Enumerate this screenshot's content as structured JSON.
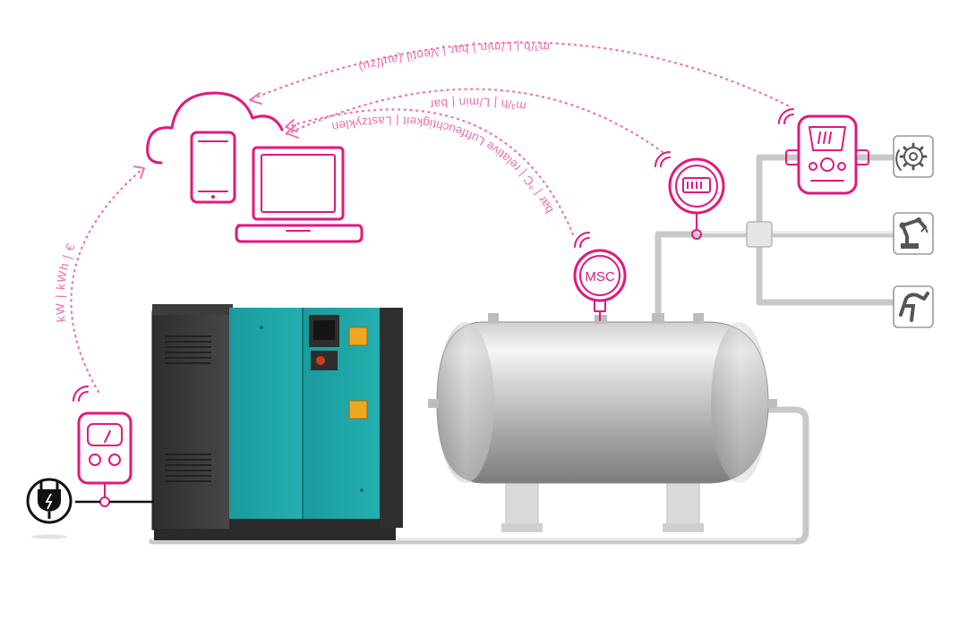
{
  "flows": {
    "air_consumption": "m³/h | L/min | bar | Ventil (auf/zu)",
    "flow_meter": "m³/h | L/min | bar",
    "msc_sensor": "bar | °C | relative Luftfeuchtigkeit | Lastzyklen",
    "power_meter": "kW | kWh | €"
  },
  "sensor": {
    "label": "MSC"
  },
  "colors": {
    "accent": "#e0197d",
    "compressor_teal": "#1fa3a3",
    "compressor_dark": "#3a3a3a"
  },
  "icons": [
    "cloud-icon",
    "smartphone-icon",
    "laptop-icon",
    "power-plug-icon",
    "power-meter-icon",
    "msc-sensor-icon",
    "pressure-gauge-icon",
    "flow-meter-icon",
    "gear-icon",
    "robot-arm-icon",
    "air-gun-icon",
    "wifi-signal-icon"
  ]
}
